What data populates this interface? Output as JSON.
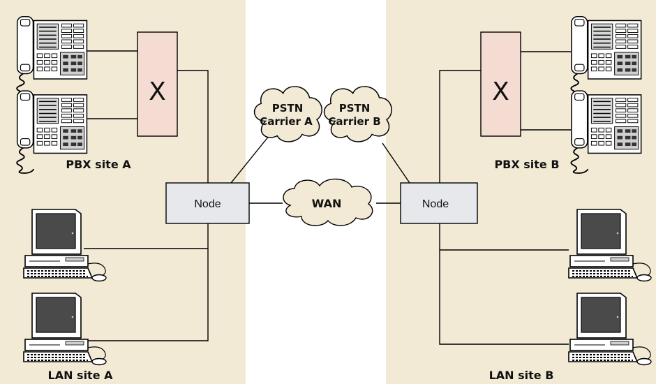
{
  "diagram": {
    "colors": {
      "site_background": "#f3ead6",
      "pbx_fill": "#f4dcd2",
      "node_fill": "#e6e8ec",
      "cloud_fill": "#f3ead6",
      "line": "#000000"
    },
    "pbx_a": {
      "symbol": "X",
      "label": "PBX site A"
    },
    "pbx_b": {
      "symbol": "X",
      "label": "PBX site B"
    },
    "node_a": {
      "label": "Node"
    },
    "node_b": {
      "label": "Node"
    },
    "cloud_pstn_a": {
      "line1": "PSTN",
      "line2": "Carrier A"
    },
    "cloud_pstn_b": {
      "line1": "PSTN",
      "line2": "Carrier B"
    },
    "cloud_wan": {
      "label": "WAN"
    },
    "lan_a": {
      "label": "LAN site A"
    },
    "lan_b": {
      "label": "LAN site B"
    },
    "icons": {
      "phone": "desk-telephone-icon",
      "computer": "desktop-computer-icon"
    }
  }
}
